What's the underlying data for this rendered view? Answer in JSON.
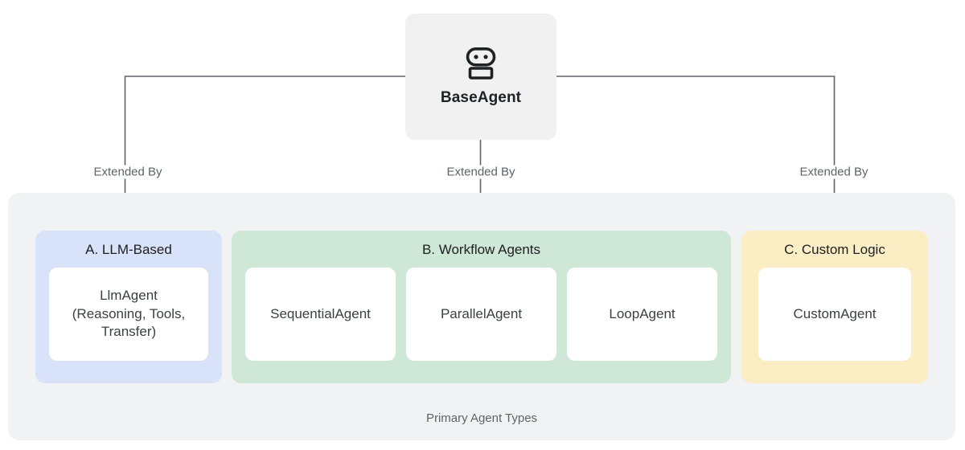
{
  "root": {
    "label": "BaseAgent",
    "icon": "robot-icon",
    "bg_color": "#f1f1f2"
  },
  "edges": [
    {
      "label": "Extended By",
      "from": "BaseAgent",
      "to": "A. LLM-Based"
    },
    {
      "label": "Extended By",
      "from": "BaseAgent",
      "to": "B. Workflow Agents"
    },
    {
      "label": "Extended By",
      "from": "BaseAgent",
      "to": "C. Custom Logic"
    }
  ],
  "panel": {
    "caption": "Primary Agent Types",
    "bg_color": "#f1f2f4"
  },
  "groups": [
    {
      "id": "a",
      "title": "A. LLM-Based",
      "color": "#d8e2f9",
      "cards": [
        {
          "label": "LlmAgent\n(Reasoning, Tools,\nTransfer)"
        }
      ]
    },
    {
      "id": "b",
      "title": "B. Workflow Agents",
      "color": "#cee7d6",
      "cards": [
        {
          "label": "SequentialAgent"
        },
        {
          "label": "ParallelAgent"
        },
        {
          "label": "LoopAgent"
        }
      ]
    },
    {
      "id": "c",
      "title": "C. Custom Logic",
      "color": "#fbeec4",
      "cards": [
        {
          "label": "CustomAgent"
        }
      ]
    }
  ],
  "connector_color": "#5f6368"
}
